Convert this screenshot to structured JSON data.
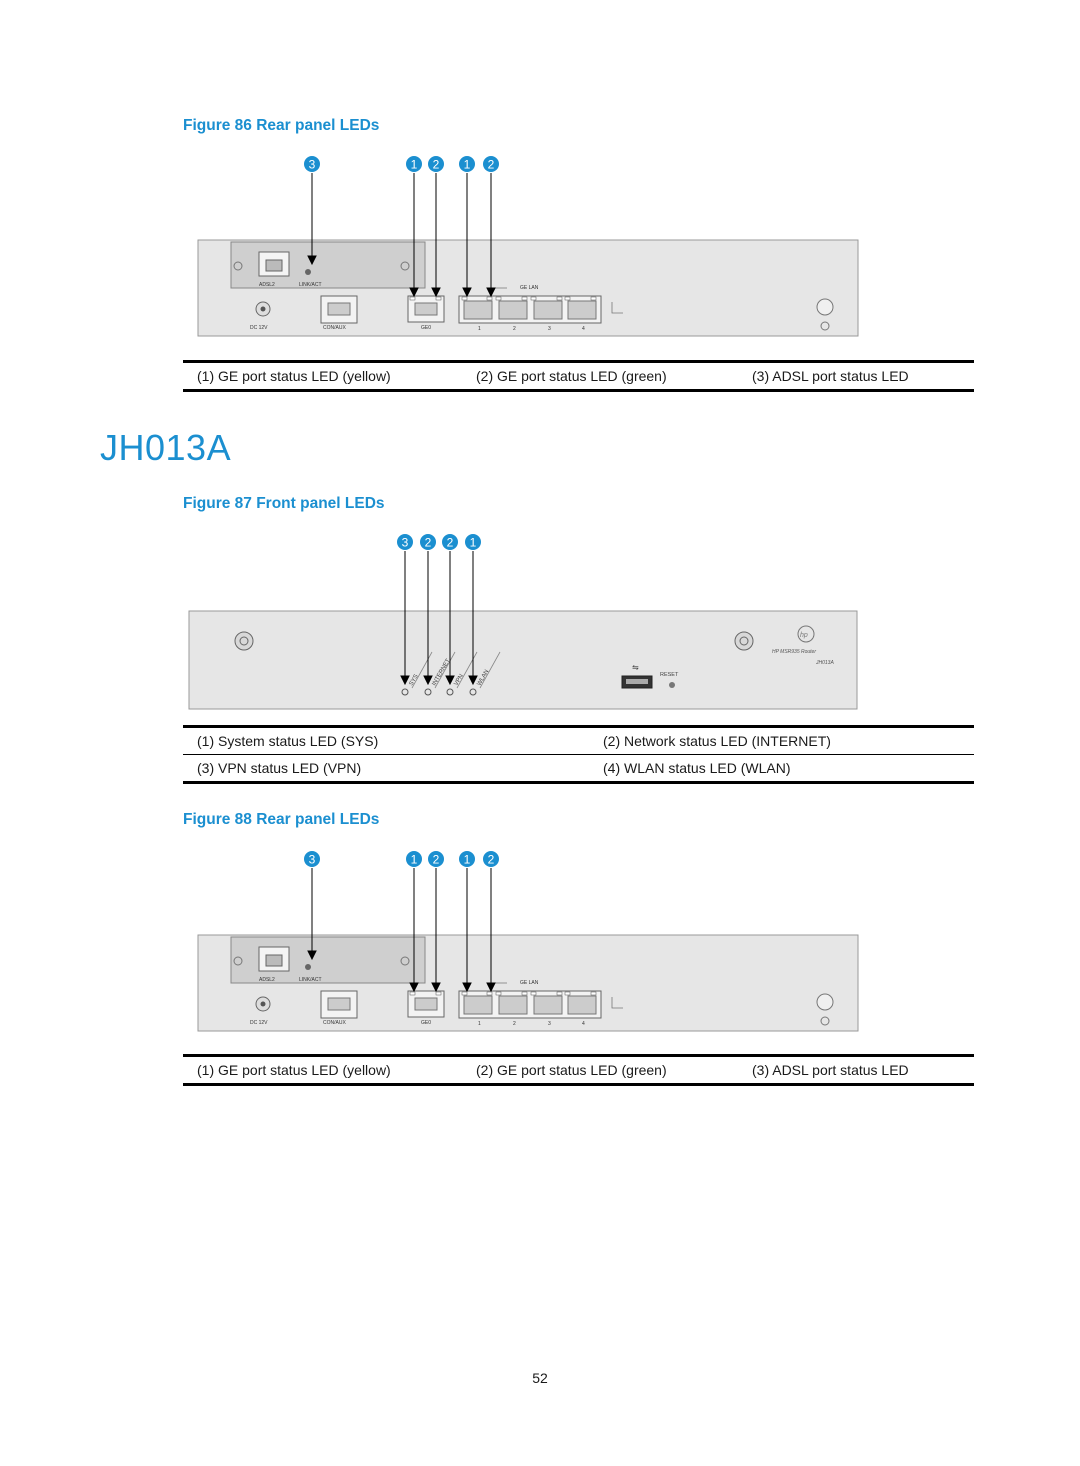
{
  "figure86": {
    "caption": "Figure 86 Rear panel LEDs",
    "callouts": [
      "3",
      "1",
      "2",
      "1",
      "2"
    ],
    "panel_labels": {
      "adsl": "ADSL2",
      "link_act": "LINK/ACT",
      "dc": "DC 12V",
      "con_aux": "CON/AUX",
      "ge0": "GE0",
      "ge_lan": "GE LAN",
      "ports": [
        "1",
        "2",
        "3",
        "4"
      ]
    },
    "legend": [
      "(1) GE port status LED (yellow)",
      "(2) GE port status LED (green)",
      "(3) ADSL port status LED"
    ]
  },
  "section_heading": "JH013A",
  "figure87": {
    "caption": "Figure 87 Front panel LEDs",
    "callouts": [
      "3",
      "2",
      "2",
      "1"
    ],
    "panel_labels": {
      "leds": [
        "SYS",
        "INTERNET",
        "VPN",
        "WLAN"
      ],
      "reset": "RESET",
      "brand": "HP MSR935 Router",
      "model": "JH013A"
    },
    "legend": [
      [
        "(1) System status LED (SYS)",
        "(2) Network status LED (INTERNET)"
      ],
      [
        "(3) VPN status LED (VPN)",
        "(4) WLAN status LED (WLAN)"
      ]
    ]
  },
  "figure88": {
    "caption": "Figure 88 Rear panel LEDs",
    "callouts": [
      "3",
      "1",
      "2",
      "1",
      "2"
    ],
    "panel_labels": {
      "adsl": "ADSL2",
      "link_act": "LINK/ACT",
      "dc": "DC 12V",
      "con_aux": "CON/AUX",
      "ge0": "GE0",
      "ge_lan": "GE LAN",
      "ports": [
        "1",
        "2",
        "3",
        "4"
      ]
    },
    "legend": [
      "(1) GE port status LED (yellow)",
      "(2) GE port status LED (green)",
      "(3) ADSL port status LED"
    ]
  },
  "page_number": "52",
  "colors": {
    "accent": "#1b8fd0",
    "panel": "#e4e4e4",
    "text": "#1a1a1a"
  }
}
